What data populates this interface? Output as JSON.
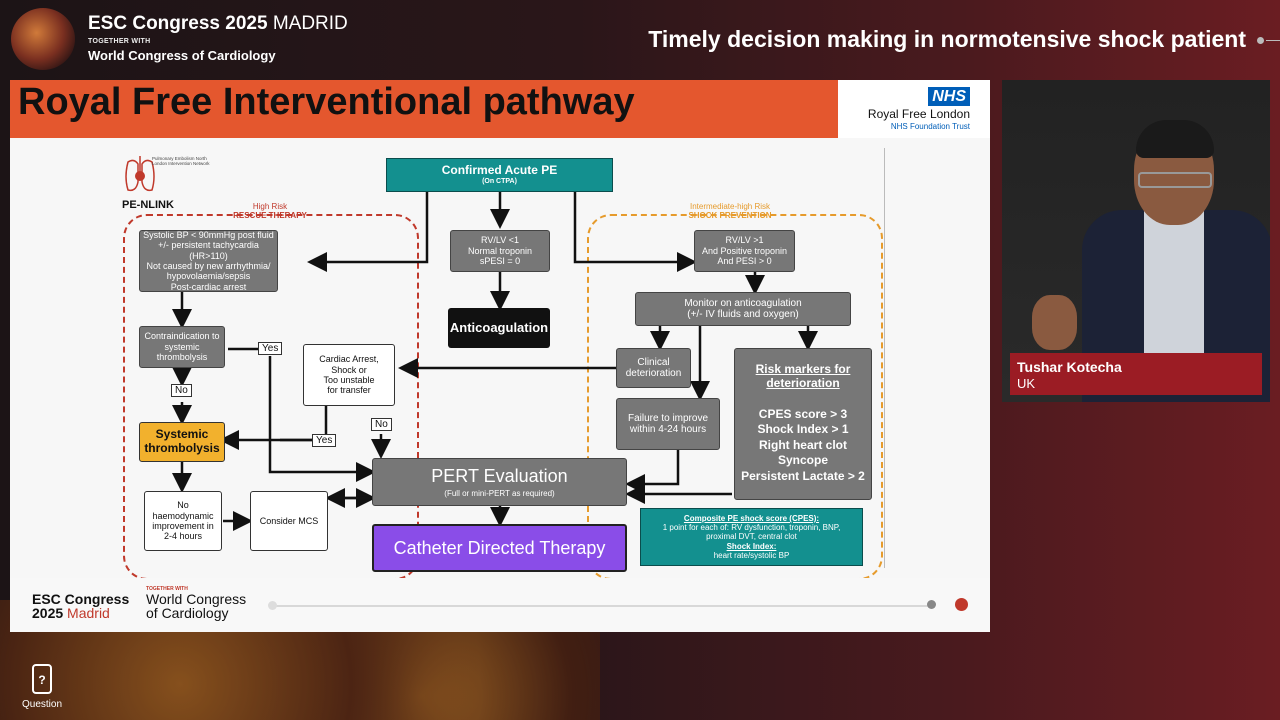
{
  "header": {
    "congress_bold": "ESC Congress 2025",
    "congress_city": "MADRID",
    "together_with": "TOGETHER WITH",
    "world_congress": "World Congress of Cardiology",
    "session_title": "Timely decision making in normotensive shock patient"
  },
  "slide": {
    "title": "Royal Free Interventional pathway",
    "nhs_badge": "NHS",
    "nhs_name": "Royal Free London",
    "nhs_trust": "NHS Foundation Trust",
    "pe_logo_name": "PE-NLINK",
    "pe_logo_network": "Pulmonary Embolism North London Intervention Network",
    "regions": {
      "high_risk": "High Risk",
      "rescue_therapy": "RESCUE THERAPY",
      "intermediate_high": "Intermediate-high Risk",
      "shock_prevention": "SHOCK PREVENTION"
    },
    "boxes": {
      "confirmed_title": "Confirmed Acute PE",
      "confirmed_sub": "(On CTPA)",
      "high_criteria": "Systolic BP < 90mmHg post fluid\n+/- persistent tachycardia (HR>110)\nNot caused by new arrhythmia/\nhypovolaemia/sepsis\nPost-cardiac arrest",
      "low_criteria": "RV/LV <1\nNormal troponin\nsPESI = 0",
      "anticoagulation": "Anticoagulation",
      "inter_criteria": "RV/LV >1\nAnd Positive troponin\nAnd PESI > 0",
      "monitor": "Monitor on anticoagulation\n(+/- IV fluids and oxygen)",
      "clinical_det": "Clinical\ndeterioration",
      "failure_improve": "Failure to improve\nwithin 4-24 hours",
      "risk_title": "Risk markers for\ndeterioration",
      "risk_items": "CPES score > 3\nShock Index > 1\nRight heart clot\nSyncope\nPersistent Lactate > 2",
      "contraindication": "Contraindication to\nsystemic\nthrombolysis",
      "systemic": "Systemic\nthrombolysis",
      "cardiac_arrest": "Cardiac Arrest,\nShock or\nToo unstable\nfor transfer",
      "no_improvement": "No\nhaemodynamic\nimprovement in\n2-4 hours",
      "consider_mcs": "Consider MCS",
      "pert_title": "PERT Evaluation",
      "pert_sub": "(Full or mini-PERT as required)",
      "catheter": "Catheter Directed Therapy",
      "cpes_title": "Composite PE shock score (CPES):",
      "cpes_body": "1 point for each of: RV dysfunction, troponin, BNP,\nproximal DVT, central clot",
      "shock_title": "Shock Index:",
      "shock_body": "heart rate/systolic BP"
    },
    "labels": {
      "yes1": "Yes",
      "no1": "No",
      "yes2": "Yes",
      "no2": "No"
    }
  },
  "footer": {
    "esc_line1": "ESC Congress",
    "esc_year": "2025",
    "esc_city": "Madrid",
    "together_with": "TOGETHER WITH",
    "wcc_line1": "World Congress",
    "wcc_line2": "of Cardiology"
  },
  "speaker": {
    "name": "Tushar Kotecha",
    "country": "UK"
  },
  "question_label": "Question",
  "question_icon": "?",
  "colors": {
    "banner": "#e4572e",
    "teal": "#13908f",
    "purple": "#8a4de8",
    "yellow": "#f2b12d",
    "name_bar": "#9b1c24"
  }
}
